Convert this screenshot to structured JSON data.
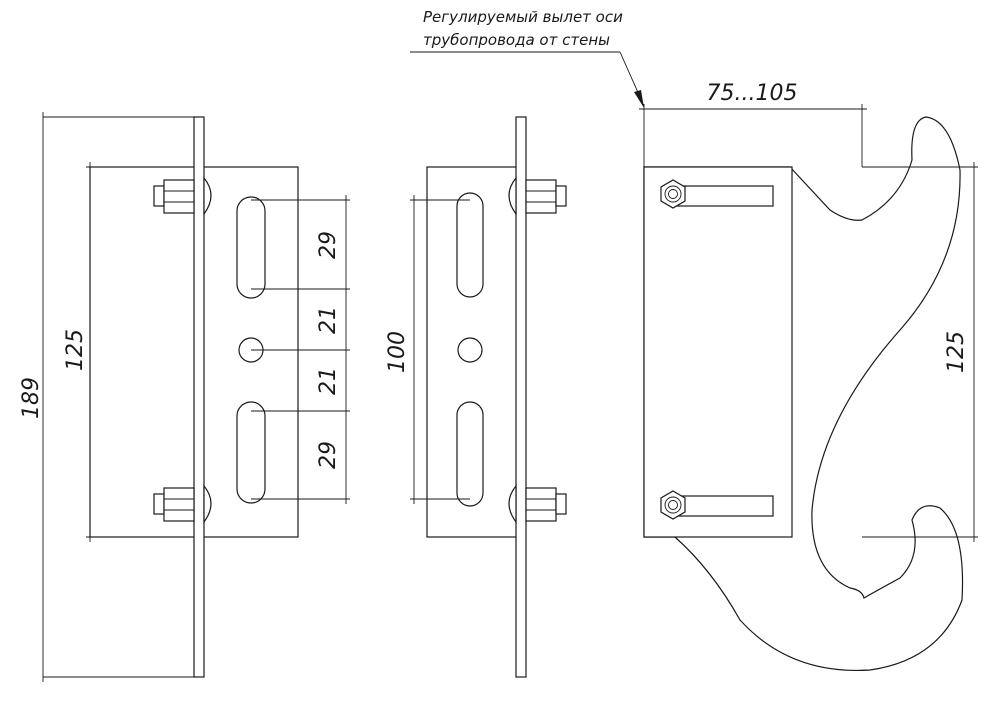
{
  "annotation": {
    "line1": "Регулируемый вылет оси",
    "line2": "трубопровода от стены"
  },
  "left_view": {
    "dims": {
      "overall_height": "189",
      "bracket_height": "125",
      "slot_top": "29",
      "gap_top": "21",
      "gap_bottom": "21",
      "slot_bottom": "29"
    }
  },
  "middle_view": {
    "dims": {
      "hole_span": "100"
    }
  },
  "right_view": {
    "dims": {
      "offset_range": "75...105",
      "clamp_height": "125"
    }
  },
  "colors": {
    "line": "#1a1a1a",
    "background": "#ffffff"
  }
}
